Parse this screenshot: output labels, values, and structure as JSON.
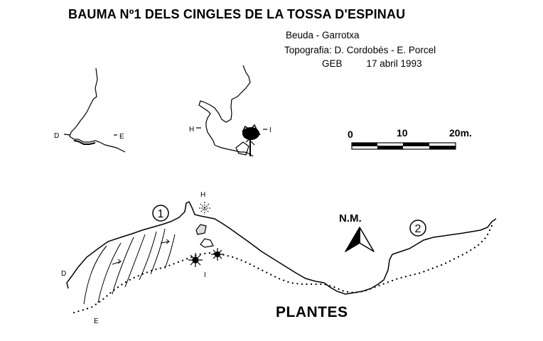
{
  "title": "BAUMA Nº1 DELS CINGLES DE LA TOSSA D'ESPINAU",
  "location": "Beuda - Garrotxa",
  "survey": "Topografia: D. Cordobés - E. Porcel",
  "group": "GEB",
  "date": "17 abril 1993",
  "scale": {
    "ticks": [
      "0",
      "10",
      "20m."
    ]
  },
  "section_labels": {
    "d": "D",
    "e": "E",
    "h": "H",
    "i": "I"
  },
  "circled": [
    "1",
    "2"
  ],
  "north": "N.M.",
  "plan_title": "PLANTES"
}
